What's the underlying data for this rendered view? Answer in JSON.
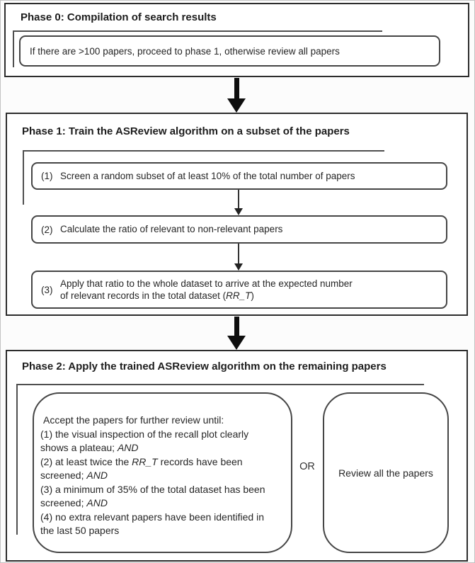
{
  "colors": {
    "page_bg": "#fcfcfc",
    "section_bg": "#ffffff",
    "outer_border": "#2d2d2d",
    "inner_border": "#454545",
    "bracket_line": "#4f4f4f",
    "text": "#262626",
    "arrow": "#0e0e0e"
  },
  "phase0": {
    "title": "Phase 0: Compilation of search results",
    "condition": "If there are >100 papers, proceed to phase 1, otherwise review all papers"
  },
  "phase1": {
    "title": "Phase 1: Train the ASReview algorithm on a subset of the papers",
    "steps": [
      {
        "num": "(1)",
        "segments": [
          {
            "t": "Screen a random subset of at least 10% of the total number of papers"
          }
        ]
      },
      {
        "num": "(2)",
        "segments": [
          {
            "t": "Calculate the ratio of relevant to non-relevant papers"
          }
        ]
      },
      {
        "num": "(3)",
        "segments": [
          {
            "t": "Apply that ratio to the whole dataset to arrive at the expected number"
          },
          {
            "br": true
          },
          {
            "t": "of relevant records in the total dataset ("
          },
          {
            "t": "RR_T",
            "italic": true
          },
          {
            "t": ")"
          }
        ]
      }
    ]
  },
  "phase2": {
    "title": "Phase 2: Apply the trained ASReview algorithm on the remaining papers",
    "accept_box_lines": [
      [
        {
          "t": "Accept the papers for further review until:"
        }
      ],
      [
        {
          "t": "(1) the visual inspection of the recall plot clearly"
        },
        {
          "br": true
        },
        {
          "t": "shows a plateau; "
        },
        {
          "t": "AND",
          "italic": true
        }
      ],
      [
        {
          "t": "(2) at least twice the "
        },
        {
          "t": "RR_T",
          "italic": true
        },
        {
          "t": " records have been"
        },
        {
          "br": true
        },
        {
          "t": "screened; "
        },
        {
          "t": "AND",
          "italic": true
        }
      ],
      [
        {
          "t": "(3) a minimum of 35% of the total dataset has been"
        },
        {
          "br": true
        },
        {
          "t": "screened; "
        },
        {
          "t": "AND",
          "italic": true
        }
      ],
      [
        {
          "t": "(4) no extra relevant papers have been identified in"
        },
        {
          "br": true
        },
        {
          "t": "the last 50 papers"
        }
      ]
    ],
    "or_label": "OR",
    "review_box": "Review all the papers"
  }
}
